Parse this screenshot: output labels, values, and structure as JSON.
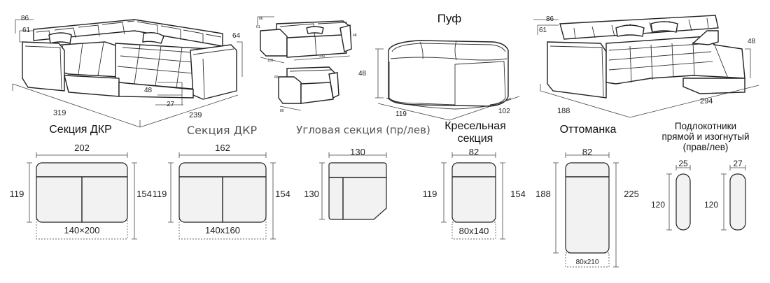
{
  "titles": {
    "pouf": "Пуф",
    "section_dkr_1": "Секция ДКР",
    "section_dkr_2": "Секция ДКР",
    "corner_section": "Угловая секция (пр/лев)",
    "armchair_line1": "Кресельная",
    "armchair_line2": "секция",
    "ottoman": "Оттоманка",
    "armrests_line1": "Подлокотники",
    "armrests_line2": "прямой и изогнутый",
    "armrests_line3": "(прав/лев)"
  },
  "corner_sofa_dims": {
    "d86": "86",
    "d61": "61",
    "d64": "64",
    "d48": "48",
    "d27": "27",
    "d319": "319",
    "d239": "239"
  },
  "small_sofa_dims": {
    "d86": "86",
    "d61": "61",
    "d48": "48",
    "d230": "230",
    "d100": "100"
  },
  "armchair_dims": {
    "d65": "65",
    "d80": "80"
  },
  "pouf_dims": {
    "d48": "48",
    "d119": "119",
    "d102": "102"
  },
  "chaise_sofa_dims": {
    "d86": "86",
    "d61": "61",
    "d48": "48",
    "d188": "188",
    "d294": "294"
  },
  "plans": {
    "dkr1": {
      "width": "202",
      "depth": "119",
      "depth_unfolded": "154",
      "sleep": "140×200"
    },
    "dkr2": {
      "width": "162",
      "depth": "119",
      "depth_unfolded": "154",
      "sleep": "140x160"
    },
    "corner": {
      "width": "130",
      "depth": "130"
    },
    "armchair": {
      "width": "82",
      "depth": "119",
      "depth_unfolded": "154",
      "sleep": "80x140"
    },
    "ottoman": {
      "width": "82",
      "depth": "188",
      "depth_unfolded": "225",
      "sleep": "80x210"
    },
    "armrest_straight": {
      "width": "25",
      "length": "120"
    },
    "armrest_curved": {
      "width": "27",
      "length": "120"
    }
  },
  "icons": [
    "corner-sofa-drawing",
    "small-sofa-drawing",
    "armchair-drawing",
    "pouf-drawing",
    "chaise-sofa-drawing"
  ]
}
